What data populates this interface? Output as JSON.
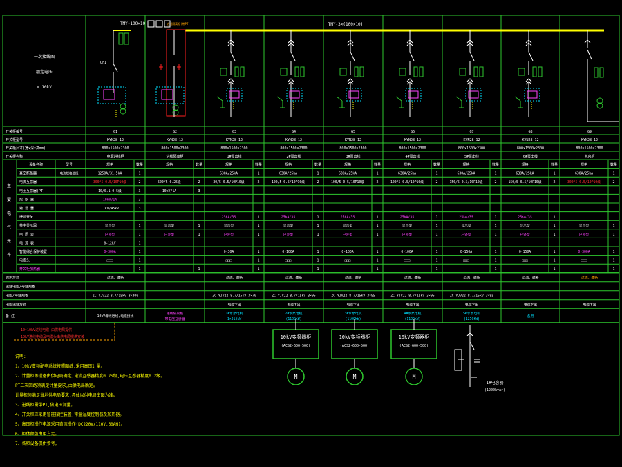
{
  "colors": {
    "bg": "#000000",
    "grid": "#2ec82e",
    "text": "#ffffff",
    "yellow": "#ffff00",
    "magenta": "#ff44ff",
    "red": "#ff2020",
    "cyan": "#00e0ff",
    "orange": "#ffa500",
    "note": "#ffff00",
    "redtext": "#ff3030"
  },
  "left_labels": [
    "一次接线图",
    "额定电压",
    "= 10kV"
  ],
  "bus_labels": {
    "left": "TMY-100×10",
    "right": "TMY-3×(100×10)"
  },
  "small_label": "进线隔离柜(带PT)",
  "devices": [
    "QF1"
  ],
  "cabinet_rows": [
    {
      "label": "开关柜编号",
      "values": [
        "G1",
        "G2",
        "G3",
        "G4",
        "G5",
        "G6",
        "G7",
        "G8",
        "G9"
      ]
    },
    {
      "label": "开关柜型号",
      "values": [
        "KYN28-12",
        "KYN28-12",
        "KYN28-12",
        "KYN28-12",
        "KYN28-12",
        "KYN28-12",
        "KYN28-12",
        "KYN28-12",
        "KYN28-12"
      ]
    },
    {
      "label": "开关柜尺寸(宽×深×高mm)",
      "values": [
        "800×1500×2300",
        "800×1500×2300",
        "800×1500×2300",
        "800×1500×2300",
        "800×1500×2300",
        "800×1500×2300",
        "800×1500×2300",
        "800×1500×2300",
        "800×1500×2300"
      ]
    },
    {
      "label": "开关柜名称",
      "values": [
        "电源进线柜",
        "进线隔离柜",
        "1#泵出线",
        "2#泵出线",
        "3#泵出线",
        "4#泵出线",
        "5#泵出线",
        "6#泵出线",
        "电容柜"
      ]
    }
  ],
  "equip_header": {
    "a": "设备名称",
    "b": "型号",
    "c": "规格",
    "d": "数量"
  },
  "equip_side": [
    "主",
    "要",
    "电",
    "气",
    "元",
    "件"
  ],
  "equip_rows": [
    {
      "label": "真空断路器",
      "c1": "电流规格选择"
    },
    {
      "label": "电流互感器"
    },
    {
      "label": "电压互感器(PT)"
    },
    {
      "label": "熔 断 器"
    },
    {
      "label": "避 雷 器"
    },
    {
      "label": "接地开关"
    },
    {
      "label": "带电显示器"
    },
    {
      "label": "电 压 表"
    },
    {
      "label": "电 流 表"
    },
    {
      "label": "智能综合保护装置"
    },
    {
      "label": "电缆头"
    },
    {
      "label": "开关柜加热器"
    }
  ],
  "equip_cells": [
    [
      "1250A/31.5kA",
      "1",
      "",
      "",
      "630A/25kA",
      "1",
      "630A/25kA",
      "1",
      "630A/25kA",
      "1",
      "630A/25kA",
      "1",
      "630A/25kA",
      "1",
      "630A/25kA",
      "1",
      "630A/25kA",
      "1"
    ],
    [
      "300/5 0.5/10P10级",
      "2",
      "500/5 0.25级",
      "2",
      "30/5 0.5/10P10级",
      "2",
      "100/5 0.5/10P10级",
      "2",
      "100/5 0.5/10P10级",
      "2",
      "100/5 0.5/10P10级",
      "2",
      "150/5 0.5/10P10级",
      "2",
      "150/5 0.5/10P10级",
      "2",
      "300/5 0.5/10P10级",
      "2"
    ],
    [
      "10/0.1 0.5级",
      "3",
      "10kV/1A",
      "3",
      "",
      "",
      "",
      "",
      "",
      "",
      "",
      "",
      "",
      "",
      "",
      ""
    ],
    [
      "10kV/1A",
      "3",
      "",
      "",
      "",
      "",
      "",
      "",
      "",
      "",
      "",
      "",
      "",
      "",
      "",
      ""
    ],
    [
      "17kV/45kV",
      "3",
      "",
      "",
      "",
      "",
      "",
      "",
      "",
      "",
      "",
      "",
      "",
      "",
      "",
      ""
    ],
    [
      "",
      "",
      "",
      "",
      "25kA/3S",
      "1",
      "25kA/3S",
      "1",
      "25kA/3S",
      "1",
      "25kA/3S",
      "1",
      "25kA/3S",
      "1",
      "25kA/3S",
      "1",
      "",
      ""
    ],
    [
      "显示型",
      "1",
      "显示型",
      "1",
      "显示型",
      "1",
      "显示型",
      "1",
      "显示型",
      "1",
      "显示型",
      "1",
      "显示型",
      "1",
      "显示型",
      "1",
      "显示型",
      "1"
    ],
    [
      "户外型",
      "1",
      "户外型",
      "1",
      "户外型",
      "1",
      "户外型",
      "1",
      "户外型",
      "1",
      "户外型",
      "1",
      "户外型",
      "1",
      "户外型",
      "1",
      "户外型",
      "1"
    ],
    [
      "0-12kV",
      "1",
      "",
      "",
      "",
      "",
      "",
      "",
      "",
      "",
      "",
      "",
      "",
      "",
      "",
      ""
    ],
    [
      "0-300A",
      "1",
      "",
      "",
      "0-30A",
      "1",
      "0-100A",
      "1",
      "0-100A",
      "1",
      "0-100A",
      "1",
      "0-150A",
      "1",
      "0-150A",
      "1",
      "0-300A",
      "1"
    ],
    [
      "□□□",
      "1",
      "",
      "",
      "□□□",
      "1",
      "□□□",
      "1",
      "□□□",
      "1",
      "□□□",
      "1",
      "□□□",
      "1",
      "□□□",
      "1",
      "□□□",
      "1"
    ],
    [
      "",
      "1",
      "",
      "1",
      "",
      "1",
      "",
      "1",
      "",
      "1",
      "",
      "1",
      "",
      "1",
      "",
      "1",
      "",
      "1"
    ]
  ],
  "bottom_rows": [
    {
      "label": "保护方式",
      "values": [
        "过流、速断",
        "",
        "过流、速断",
        "过流、速断",
        "过流、速断",
        "过流、速断",
        "过流、速断",
        "过流、速断",
        "过流、速断"
      ]
    },
    {
      "label": "出线电缆/母线规格",
      "values": [
        "",
        "",
        "",
        "",
        "",
        "",
        "",
        "",
        ""
      ]
    },
    {
      "label": "电缆/母线规格",
      "values": [
        "ZC-YJV22-8.7/15kV-3×300",
        "",
        "ZC-YJV22-8.7/15kV-3×70",
        "ZC-YJV22-8.7/15kV-3×95",
        "ZC-YJV22-8.7/15kV-3×95",
        "ZC-YJV22-8.7/15kV-3×95",
        "ZC-YJV22-8.7/15kV-3×95",
        "",
        ""
      ]
    },
    {
      "label": "电缆出线方式",
      "values": [
        "",
        "",
        "电缆下出",
        "电缆下出",
        "电缆下出",
        "电缆下出",
        "电缆下出",
        "电缆下出",
        "电缆下出"
      ]
    },
    {
      "label": "备 注",
      "values": [
        "10kV母线进线,电缆接线",
        "进线隔离柜\n带电压互感器",
        "1#水泵电机\n1×315kW",
        "2#水泵电机\n(1100kW)",
        "3#水泵电机\n(1100kW)",
        "4#水泵电机\n(1100kW)",
        "5#水泵电机\n(1250kW)",
        "备用",
        ""
      ]
    }
  ],
  "red_note": [
    "10~10kV进线电缆,由供电局提供",
    "10kV进线电缆及电缆头由供电局提供安装"
  ],
  "motor_boxes": [
    {
      "title": "10kV变频器柜",
      "sub": "(ACS2-600-500)"
    },
    {
      "title": "10kV变频器柜",
      "sub": "(ACS2-600-500)"
    },
    {
      "title": "10kV变频器柜",
      "sub": "(ACS2-600-500)"
    }
  ],
  "motor_symbol": "M",
  "capacitor_label": [
    "1#电容器",
    "(1200kvar)"
  ],
  "notes": [
    "说明:",
    "1、10kV变频配电系统按照图纸,采用高压计量。",
    "2、计量柜等设备由供电局确定,电流互感器精度0.2S级,电压互感器精度0.2级。",
    "   PT二次回路须满足计量要求,由供电局确定。",
    "   计量柜须满足当地供电局要求,具体以供电局审图为准。",
    "3、进线柜需带PT,做电压测量。",
    "4、开关柜应采用智能操控装置,带温湿度控制器及加热器。",
    "5、高压柜操作电源采用直流操作(DC220V/110V,60AH)。",
    "6、柜体颜色由甲方定。",
    "7、各柜设备仅供参考。"
  ]
}
